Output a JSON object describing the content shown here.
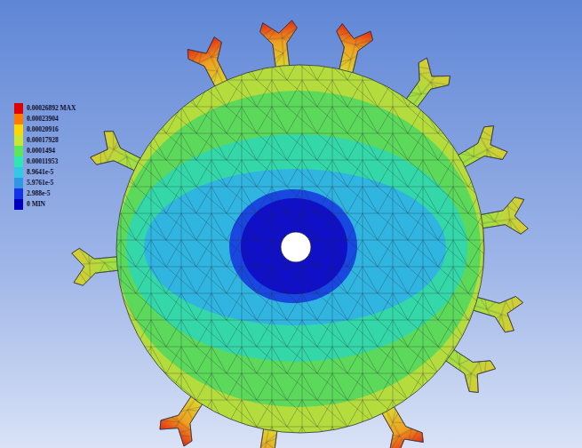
{
  "diagram": {
    "legend": [
      {
        "text": "0.00026892 MAX",
        "color": "#e00000"
      },
      {
        "text": "0.00023904",
        "color": "#ff7a00"
      },
      {
        "text": "0.00020916",
        "color": "#ffd700"
      },
      {
        "text": "0.00017928",
        "color": "#c8e632"
      },
      {
        "text": "0.0001494",
        "color": "#5ce65c"
      },
      {
        "text": "0.00011953",
        "color": "#32e6b4"
      },
      {
        "text": "8.9641e-5",
        "color": "#32c8e6"
      },
      {
        "text": "5.9761e-5",
        "color": "#3296e6"
      },
      {
        "text": "2.988e-5",
        "color": "#1432e6"
      },
      {
        "text": "0 MIN",
        "color": "#0000c0"
      }
    ]
  }
}
